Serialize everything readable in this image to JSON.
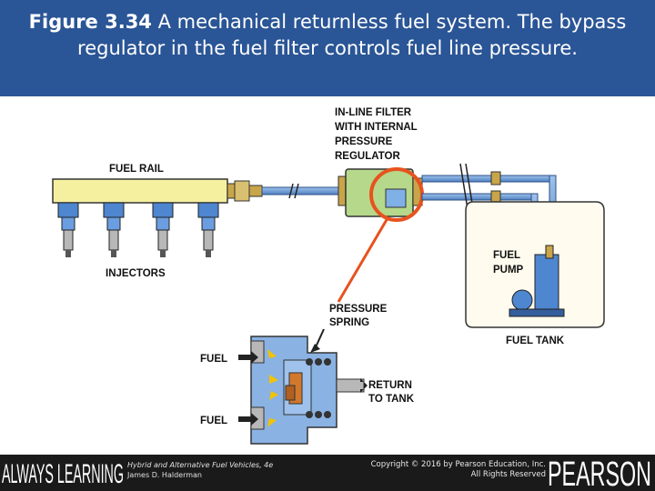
{
  "caption": {
    "figure_number": "Figure 3.34",
    "text": " A mechanical returnless fuel system. The bypass regulator in the fuel filter controls fuel line pressure."
  },
  "labels": {
    "in_line_filter": [
      "IN-LINE FILTER",
      "WITH INTERNAL",
      "PRESSURE",
      "REGULATOR"
    ],
    "fuel_rail": "FUEL RAIL",
    "injectors": "INJECTORS",
    "fuel_pump": [
      "FUEL",
      "PUMP"
    ],
    "fuel_tank": "FUEL TANK",
    "pressure_spring": [
      "PRESSURE",
      "SPRING"
    ],
    "fuel_in_top": "FUEL",
    "fuel_in_bottom": "FUEL",
    "return_to_tank": [
      "RETURN",
      "TO TANK"
    ]
  },
  "footer": {
    "brand_left": "ALWAYS LEARNING",
    "book_title": "Hybrid and Alternative Fuel Vehicles, 4e",
    "author": "James D. Halderman",
    "copyright": "Copyright © 2016 by Pearson Education, Inc.",
    "rights": "All Rights Reserved",
    "brand_right": "PEARSON"
  },
  "colors": {
    "header_bg": "#2a5596",
    "footer_bg": "#1a1a1a",
    "highlight_circle": "#e8521e",
    "fuel_blue": "#5b8fd6",
    "rail_yellow": "#f5f0a0"
  }
}
